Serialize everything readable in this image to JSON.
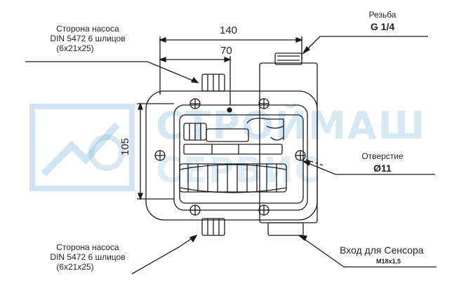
{
  "labels": {
    "pump_side_top": {
      "line1": "Сторона насоса",
      "line2": "DIN 5472 6 шлицов",
      "line3": "(6x21x25)"
    },
    "pump_side_bottom": {
      "line1": "Сторона насоса",
      "line2": "DIN 5472 6 шлицов",
      "line3": "(6x21x25)"
    },
    "thread": {
      "title": "Резьба",
      "value": "G 1/4"
    },
    "hole": {
      "title": "Отверстие",
      "value": "Ø11"
    },
    "sensor": {
      "title": "Вход для Сенсора",
      "value": "M18x1,5"
    }
  },
  "dimensions": {
    "width_total": "140",
    "width_half": "70",
    "height": "105"
  },
  "watermark": {
    "line1": "СТРОЙМАШ",
    "line2": "СЕРВИС"
  },
  "colors": {
    "line": "#1a1a1a",
    "watermark": "#78b4d7"
  }
}
